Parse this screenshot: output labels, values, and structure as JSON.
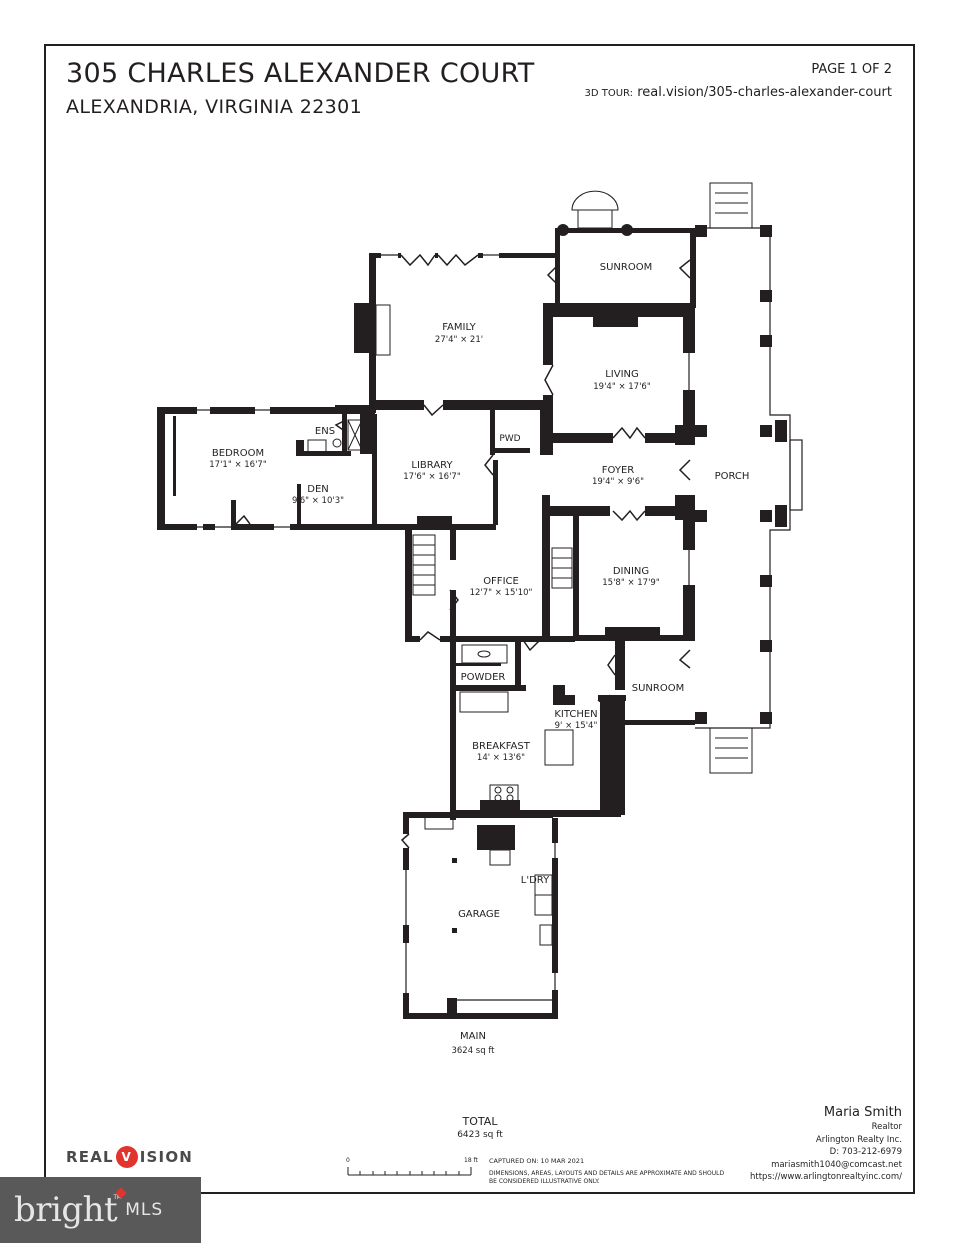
{
  "header": {
    "title": "305 CHARLES ALEXANDER COURT",
    "subtitle": "ALEXANDRIA, VIRGINIA 22301",
    "page_indicator": "PAGE 1 OF 2",
    "tour_prefix": "3D TOUR:",
    "tour_url": "real.vision/305-charles-alexander-court"
  },
  "rooms": [
    {
      "name": "BEDROOM",
      "dims": "17'1\" × 16'7\""
    },
    {
      "name": "ENS",
      "dims": ""
    },
    {
      "name": "DEN",
      "dims": "9'6\" × 10'3\""
    },
    {
      "name": "FAMILY",
      "dims": "27'4\" × 21'"
    },
    {
      "name": "LIBRARY",
      "dims": "17'6\" × 16'7\""
    },
    {
      "name": "PWD",
      "dims": ""
    },
    {
      "name": "SUNROOM",
      "dims": ""
    },
    {
      "name": "LIVING",
      "dims": "19'4\" × 17'6\""
    },
    {
      "name": "FOYER",
      "dims": "19'4\" × 9'6\""
    },
    {
      "name": "PORCH",
      "dims": ""
    },
    {
      "name": "OFFICE",
      "dims": "12'7\" × 15'10\""
    },
    {
      "name": "DINING",
      "dims": "15'8\" × 17'9\""
    },
    {
      "name": "POWDER",
      "dims": ""
    },
    {
      "name": "SUNROOM",
      "dims": ""
    },
    {
      "name": "KITCHEN",
      "dims": "9' × 15'4\""
    },
    {
      "name": "BREAKFAST",
      "dims": "14' × 13'6\""
    },
    {
      "name": "L'DRY",
      "dims": ""
    },
    {
      "name": "GARAGE",
      "dims": ""
    }
  ],
  "floor": {
    "name": "MAIN",
    "area": "3624 sq ft"
  },
  "total": {
    "name": "TOTAL",
    "area": "6423 sq ft"
  },
  "scale": {
    "start": "0",
    "end": "18 ft"
  },
  "captured": "CAPTURED ON: 10 MAR 2021",
  "disclaimer": "DIMENSIONS, AREAS, LAYOUTS AND DETAILS ARE APPROXIMATE AND SHOULD BE CONSIDERED ILLUSTRATIVE ONLY.",
  "agent": {
    "name": "Maria Smith",
    "title": "Realtor",
    "company": "Arlington Realty Inc.",
    "phone": "D: 703-212-6979",
    "email": "mariasmith1040@comcast.net",
    "website": "https://www.arlingtonrealtyinc.com/"
  },
  "logos": {
    "realvision_left": "REAL",
    "realvision_mark": "V",
    "realvision_right": "ISION",
    "bright_word": "bright",
    "bright_tm": "TM",
    "bright_mls": "MLS"
  },
  "colors": {
    "wall": "#231f20",
    "realvision_red": "#e2342f",
    "bright_bg": "#595959"
  }
}
